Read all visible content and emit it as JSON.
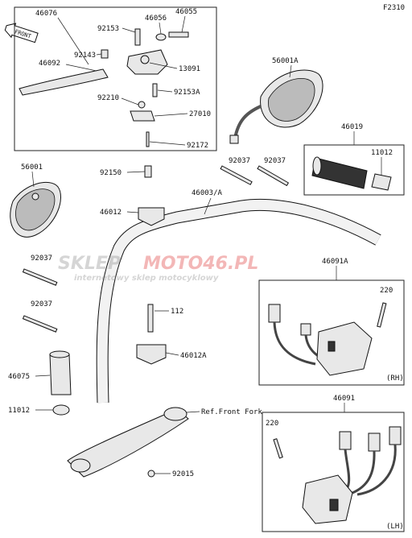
{
  "figure_code": "F2310",
  "front_label": "FRONT",
  "watermark": {
    "brand_left": "SKLEP",
    "brand_right": "MOTO46.PL",
    "tagline": "internetowy sklep motocyklowy"
  },
  "labels": {
    "l46076": "46076",
    "l46092": "46092",
    "l92153": "92153",
    "l92143": "92143",
    "l46056": "46056",
    "l46055": "46055",
    "l13091": "13091",
    "l92153a": "92153A",
    "l92210": "92210",
    "l27010": "27010",
    "l92172": "92172",
    "l56001a": "56001A",
    "l46019": "46019",
    "l11012a": "11012",
    "l56001": "56001",
    "l92150": "92150",
    "l92037a": "92037",
    "l92037b": "92037",
    "l46003a": "46003/A",
    "l46012": "46012",
    "l92037c": "92037",
    "l46091a": "46091A",
    "l220a": "220",
    "l92037d": "92037",
    "l112": "112",
    "l46012a": "46012A",
    "l46075": "46075",
    "l11012b": "11012",
    "l46091": "46091",
    "l220b": "220",
    "l_ref_fork": "Ref.Front Fork",
    "l92015": "92015",
    "rh": "(RH)",
    "lh": "(LH)"
  }
}
